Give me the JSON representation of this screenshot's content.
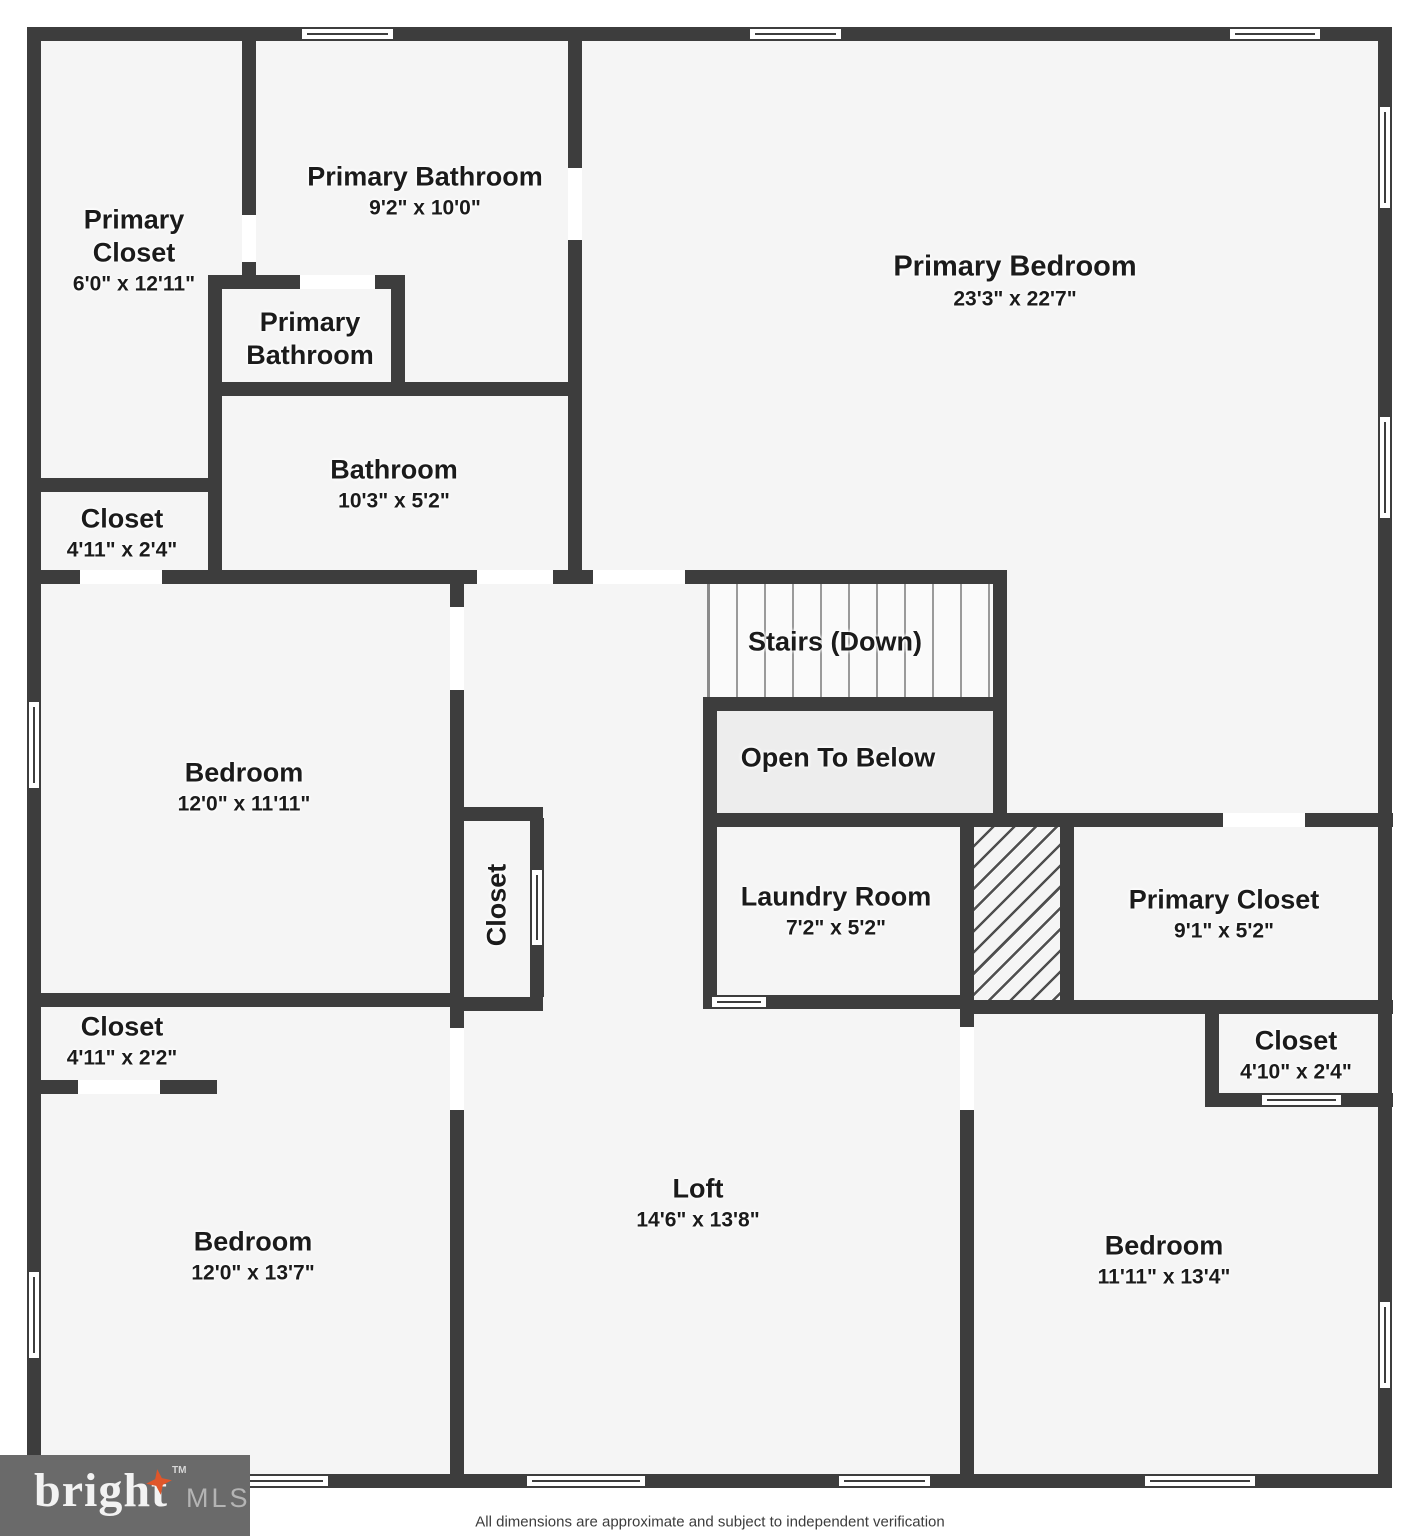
{
  "rooms": {
    "primary_closet_tl": {
      "name": "Primary Closet",
      "dims": "6'0\" x 12'11\""
    },
    "primary_bathroom": {
      "name": "Primary Bathroom",
      "dims": "9'2\" x 10'0\""
    },
    "primary_bathroom_sm": {
      "name": "Primary Bathroom",
      "dims": ""
    },
    "bathroom": {
      "name": "Bathroom",
      "dims": "10'3\" x 5'2\""
    },
    "closet_top_left": {
      "name": "Closet",
      "dims": "4'11\" x 2'4\""
    },
    "primary_bedroom": {
      "name": "Primary Bedroom",
      "dims": "23'3\" x 22'7\""
    },
    "stairs": {
      "name": "Stairs (Down)",
      "dims": ""
    },
    "open_to_below": {
      "name": "Open To Below",
      "dims": ""
    },
    "bedroom_mid_left": {
      "name": "Bedroom",
      "dims": "12'0\" x 11'11\""
    },
    "closet_mid": {
      "name": "Closet",
      "dims": ""
    },
    "laundry": {
      "name": "Laundry Room",
      "dims": "7'2\" x 5'2\""
    },
    "primary_closet_r": {
      "name": "Primary Closet",
      "dims": "9'1\" x 5'2\""
    },
    "closet_bottom_left": {
      "name": "Closet",
      "dims": "4'11\" x 2'2\""
    },
    "closet_bottom_right": {
      "name": "Closet",
      "dims": "4'10\" x 2'4\""
    },
    "bedroom_bottom_left": {
      "name": "Bedroom",
      "dims": "12'0\" x 13'7\""
    },
    "loft": {
      "name": "Loft",
      "dims": "14'6\" x 13'8\""
    },
    "bedroom_bottom_right": {
      "name": "Bedroom",
      "dims": "11'11\" x 13'4\""
    }
  },
  "logo": {
    "brand": "bright",
    "tm": "TM",
    "suffix": "MLS"
  },
  "footer": {
    "disclaimer": "All dimensions are approximate and subject to independent verification"
  },
  "colors": {
    "wall": "#3d3d3d",
    "floor": "#f5f5f5",
    "open_to_below": "#ededed",
    "logo_bg": "#6a6a6a",
    "star": "#e0562a",
    "mls_text": "#b4b4b4"
  }
}
